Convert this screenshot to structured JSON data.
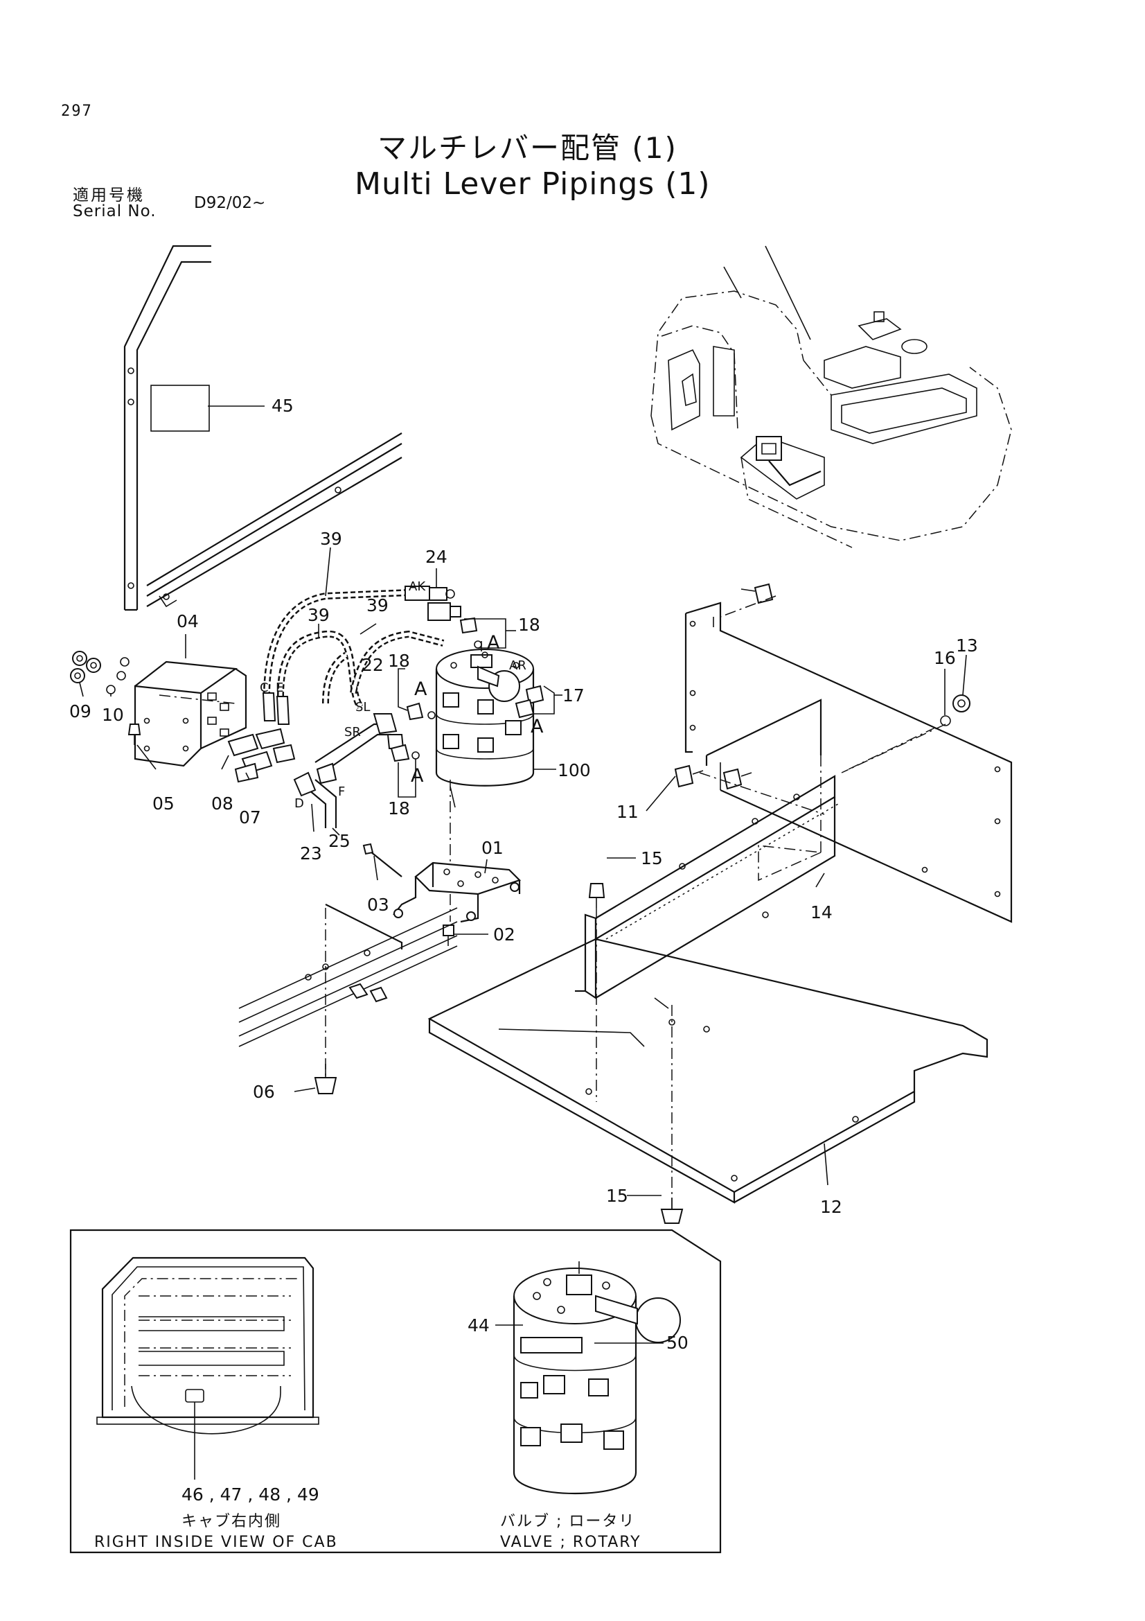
{
  "header": {
    "page_number": "297",
    "title_ja": "マルチレバー配管 (1)",
    "title_en": "Multi Lever Pipings (1)",
    "serial_label_ja": "適用号機",
    "serial_label_en": "Serial No.",
    "serial_value": "D92/02~"
  },
  "callouts": {
    "p01": "01",
    "p02": "02",
    "p03": "03",
    "p04": "04",
    "p05": "05",
    "p06": "06",
    "p07": "07",
    "p08": "08",
    "p09": "09",
    "p10": "10",
    "p11": "11",
    "p12": "12",
    "p13": "13",
    "p14": "14",
    "p15a": "15",
    "p15b": "15",
    "p16": "16",
    "p17": "17",
    "p18a": "18",
    "p18b": "18",
    "p18c": "18",
    "p22": "22",
    "p23": "23",
    "p24": "24",
    "p25": "25",
    "p39a": "39",
    "p39b": "39",
    "p39c": "39",
    "p45": "45",
    "p100": "100",
    "p44": "44",
    "p50": "50",
    "p46_49": "46 , 47 , 48 , 49"
  },
  "port_labels": {
    "ak": "AK",
    "ar": "AR",
    "sl": "SL",
    "sr": "SR",
    "c": "C",
    "e": "E",
    "d": "D",
    "f": "F",
    "a1": "A",
    "a2": "A",
    "a3": "A",
    "a4": "A"
  },
  "inset": {
    "cab_caption_ja": "キャブ右内側",
    "cab_caption_en": "RIGHT INSIDE VIEW OF CAB",
    "valve_caption_ja": "バルブ ; ロータリ",
    "valve_caption_en": "VALVE ; ROTARY"
  }
}
